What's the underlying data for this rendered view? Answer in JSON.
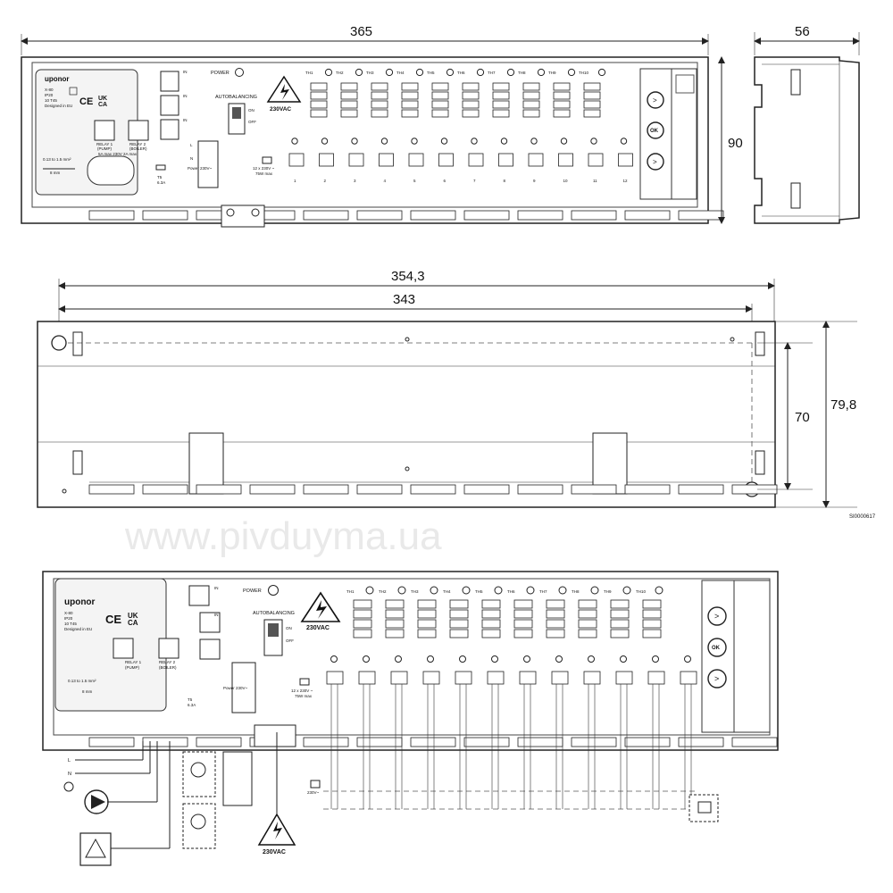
{
  "dimensions": {
    "width_total": "365",
    "depth": "56",
    "height": "90",
    "rail_width": "354,3",
    "hole_spacing": "343",
    "hole_vertical": "70",
    "back_height": "79,8"
  },
  "doc_id": "SI0000617",
  "watermark": "www.pivduyma.ua",
  "label_panel": {
    "brand": "uponor",
    "model": "X-80",
    "ip": "IP20",
    "serial": "10 T45",
    "designed": "Designed in EU",
    "ce": "CE",
    "ukca_top": "UK",
    "ukca_bottom": "CA",
    "wire_size": "0.13 to 1.5 mm²",
    "strip_length": "8 mm"
  },
  "relays": {
    "relay1_line1": "RELAY 1",
    "relay1_line2": "(PUMP)",
    "relay2_line1": "RELAY 2",
    "relay2_line2": "(BOILER)",
    "rating": "5A max 230V  2A max",
    "fuse_name": "T5",
    "fuse_rating": "6.3A"
  },
  "inputs": {
    "in_label": "IN",
    "power_label": "POWER",
    "power_input": "Power 230V~",
    "l": "L",
    "n": "N"
  },
  "center": {
    "autobalancing": "AUTOBALANCING",
    "on": "ON",
    "off": "OFF",
    "warning": "230VAC",
    "outputs_line1": "12 x 230V ~",
    "outputs_line2": "75W max"
  },
  "thermostats": [
    "TH1",
    "TH2",
    "TH3",
    "TH4",
    "TH5",
    "TH6",
    "TH7",
    "TH8",
    "TH9",
    "TH10"
  ],
  "channels": [
    "1",
    "2",
    "3",
    "4",
    "5",
    "6",
    "7",
    "8",
    "9",
    "10",
    "11",
    "12"
  ],
  "ok_button": "OK",
  "wiring": {
    "l": "L",
    "n": "N",
    "mains": "230V~",
    "warning": "230VAC"
  }
}
